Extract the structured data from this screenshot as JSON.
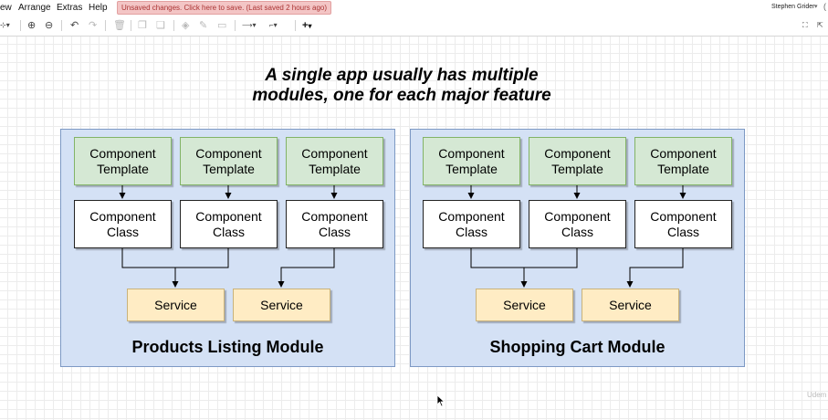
{
  "menu": {
    "view": "ew",
    "arrange": "Arrange",
    "extras": "Extras",
    "help": "Help",
    "unsaved": "Unsaved changes. Click here to save. (Last saved 2 hours ago)",
    "user": "Stephen Grider",
    "user_caret": "▾"
  },
  "toolbar_icons": [
    "format-icon",
    "zoom-in-icon",
    "zoom-out-icon",
    "undo-icon",
    "redo-icon",
    "delete-icon",
    "to-front-icon",
    "to-back-icon",
    "fill-color-icon",
    "line-color-icon",
    "shadow-icon",
    "connection-icon",
    "waypoints-icon",
    "insert-icon",
    "fullscreen-icon",
    "collapse-icon"
  ],
  "diagram": {
    "title_line1": "A single app usually has multiple",
    "title_line2": "modules, one for each major feature",
    "modules": [
      {
        "label": "Products Listing Module",
        "templates": [
          "Component Template",
          "Component Template",
          "Component Template"
        ],
        "classes": [
          "Component Class",
          "Component Class",
          "Component Class"
        ],
        "services": [
          "Service",
          "Service"
        ]
      },
      {
        "label": "Shopping Cart Module",
        "templates": [
          "Component Template",
          "Component Template",
          "Component Template"
        ],
        "classes": [
          "Component Class",
          "Component Class",
          "Component Class"
        ],
        "services": [
          "Service",
          "Service"
        ]
      }
    ]
  },
  "watermark": "Udem"
}
